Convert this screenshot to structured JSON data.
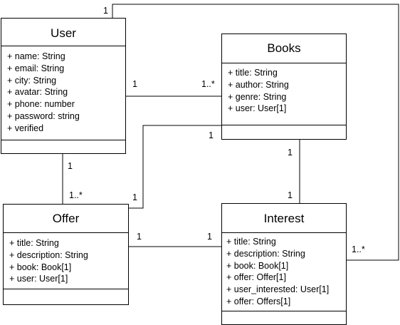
{
  "classes": {
    "user": {
      "name": "User",
      "attributes": [
        "+  name: String",
        "+  email: String",
        "+  city: String",
        "+  avatar: String",
        "+  phone: number",
        "+  password: string",
        "+  verified"
      ]
    },
    "books": {
      "name": "Books",
      "attributes": [
        "+  title: String",
        "+  author: String",
        "+  genre: String",
        "+  user: User[1]"
      ]
    },
    "offer": {
      "name": "Offer",
      "attributes": [
        "+ title: String",
        "+ description: String",
        "+ book: Book[1]",
        "+ user: User[1]"
      ]
    },
    "interest": {
      "name": "Interest",
      "attributes": [
        "+ title: String",
        "+ description: String",
        "+ book: Book[1]",
        "+ offer: Offer[1]",
        "+ user_interested: User[1]",
        "+ offer: Offers[1]"
      ]
    }
  },
  "multiplicities": {
    "user_top": "1",
    "user_books_left": "1",
    "user_books_right": "1..*",
    "user_offer_top": "1",
    "user_offer_bottom": "1..*",
    "books_offer_top": "1",
    "books_offer_bottom": "1",
    "books_interest_top": "1",
    "books_interest_bottom": "1",
    "offer_interest_left": "1",
    "offer_interest_right": "1",
    "interest_user_right": "1..*"
  }
}
